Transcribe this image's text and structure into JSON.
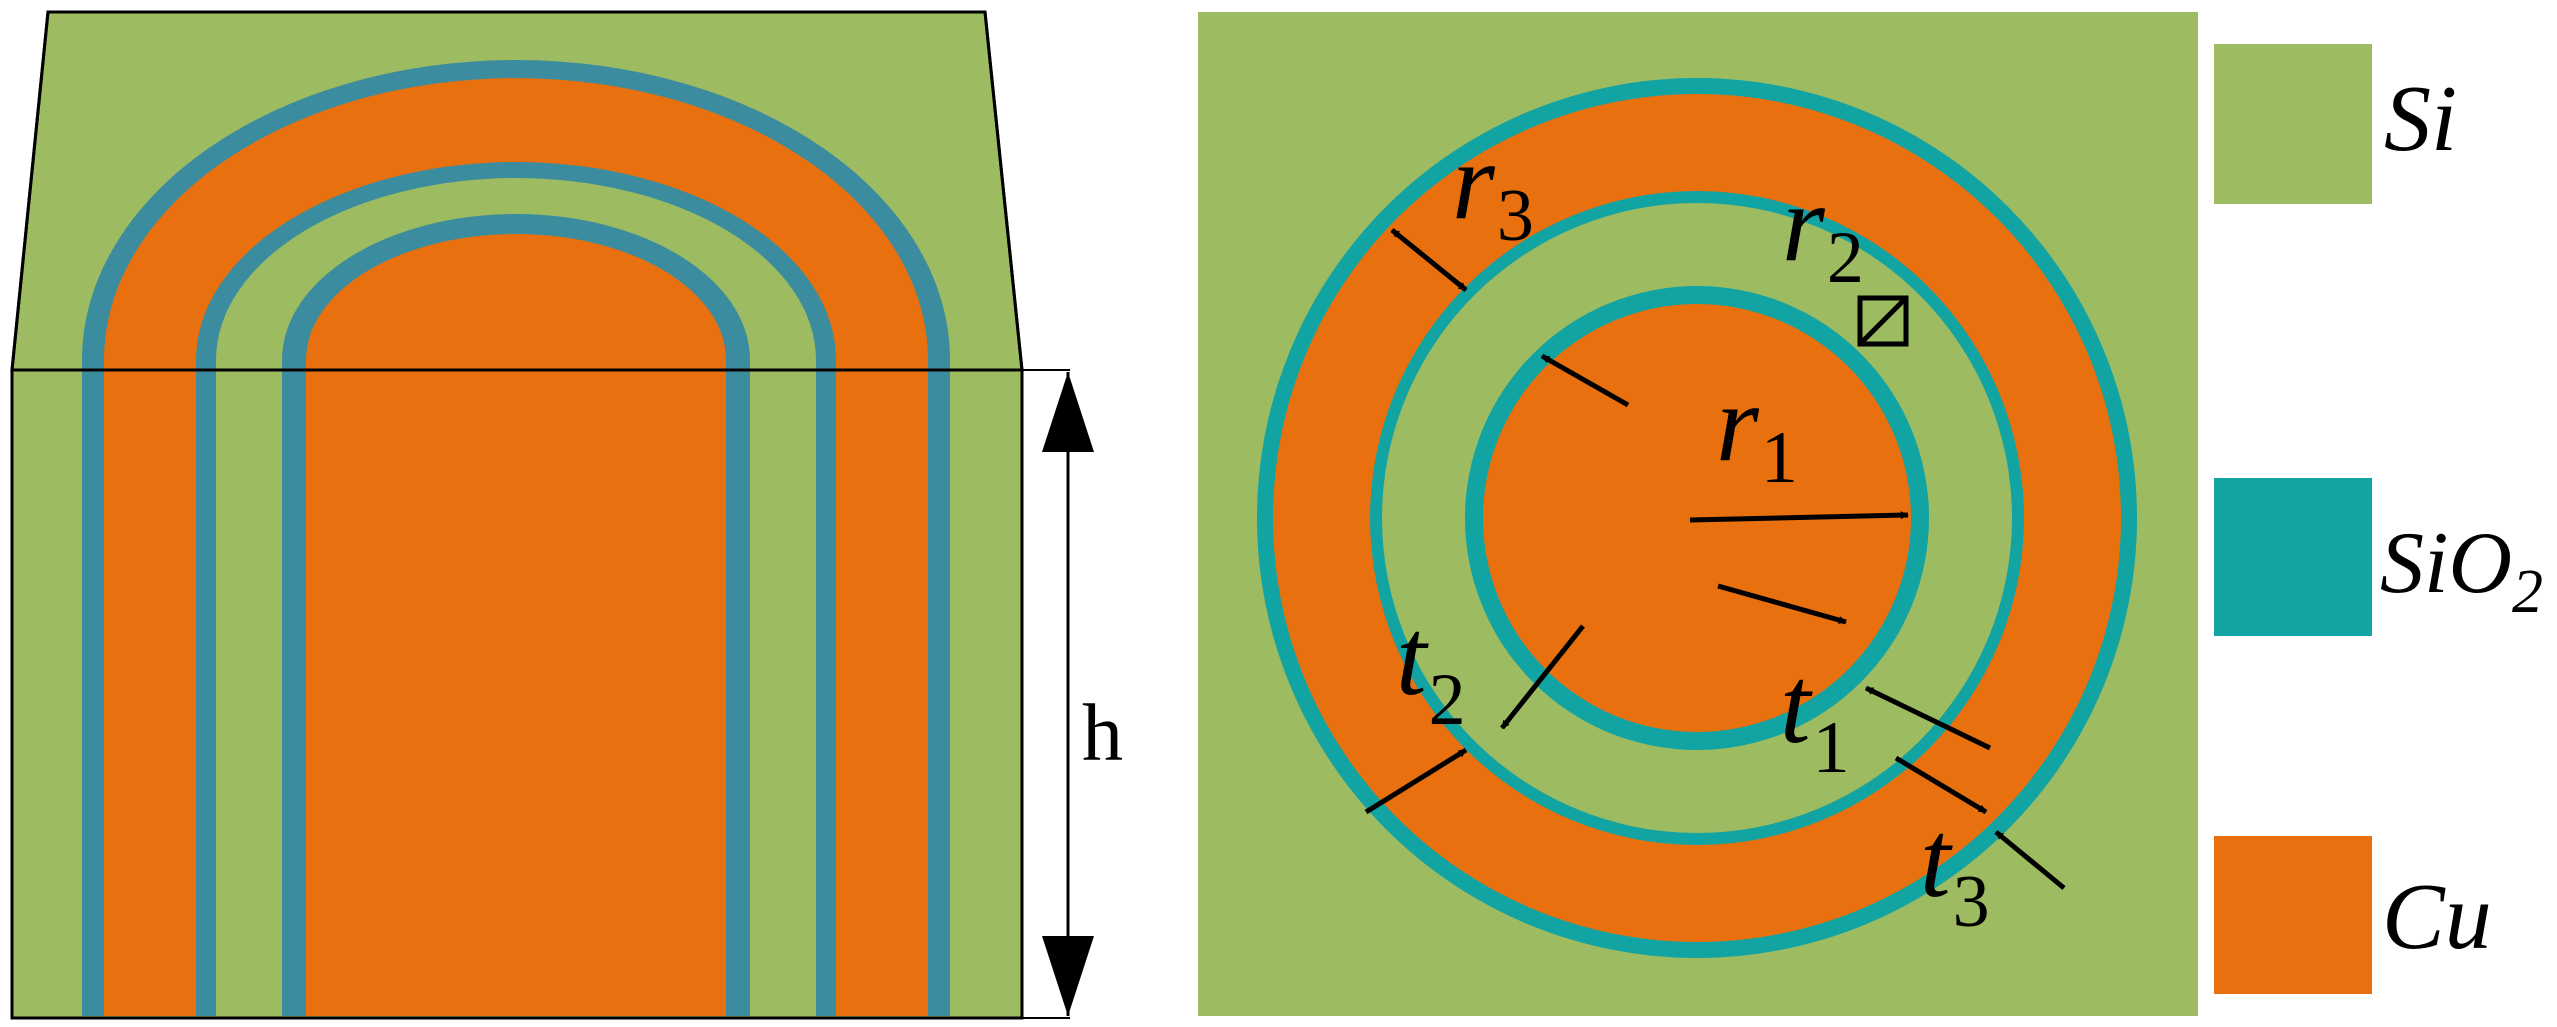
{
  "colors": {
    "si": "#9DBB61",
    "sio2_side": "#3A8C9E",
    "sio2_top": "#12A3A3",
    "cu": "#E8700F",
    "ink": "#000000",
    "background": "#FFFFFF"
  },
  "side_view": {
    "height_label": "h"
  },
  "top_view": {
    "labels": {
      "r1": {
        "base": "r",
        "sub": "1"
      },
      "r2": {
        "base": "r",
        "sub": "2"
      },
      "r3": {
        "base": "r",
        "sub": "3"
      },
      "t1": {
        "base": "t",
        "sub": "1"
      },
      "t2": {
        "base": "t",
        "sub": "2"
      },
      "t3": {
        "base": "t",
        "sub": "3"
      }
    }
  },
  "legend": {
    "items": [
      {
        "base": "Si",
        "sub": "",
        "color_key": "si"
      },
      {
        "base": "SiO",
        "sub": "2",
        "color_key": "sio2_top"
      },
      {
        "base": "Cu",
        "sub": "",
        "color_key": "cu"
      }
    ]
  }
}
